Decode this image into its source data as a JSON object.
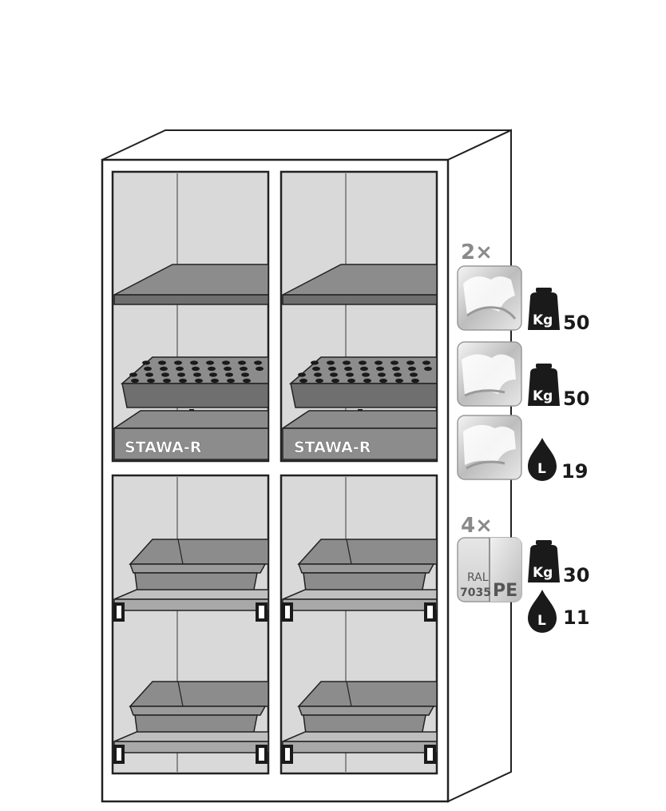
{
  "cabinet": {
    "compartments": [
      {
        "id": "top-left",
        "label": "STAWA-R"
      },
      {
        "id": "top-right",
        "label": "STAWA-R"
      }
    ]
  },
  "accessories": {
    "steel_group": {
      "quantity": "2×",
      "items": [
        {
          "kind": "shelf",
          "load_icon": "weight-icon",
          "load_unit": "Kg",
          "load_value": "50"
        },
        {
          "kind": "perforated-insert",
          "load_icon": "weight-icon",
          "load_unit": "Kg",
          "load_value": "50"
        },
        {
          "kind": "sump",
          "load_icon": "drop-icon",
          "load_unit": "L",
          "load_value": "19"
        }
      ]
    },
    "pe_group": {
      "quantity": "4×",
      "swatch_ral": "RAL",
      "swatch_code": "7035",
      "swatch_material": "PE",
      "weight_unit": "Kg",
      "weight_value": "30",
      "volume_unit": "L",
      "volume_value": "11"
    }
  },
  "colors": {
    "outline": "#222222",
    "interior": "#d9d9d9",
    "tray": "#8c8c8c",
    "tray_dark": "#6f6f6f",
    "icon": "#1a1a1a",
    "qty_text": "#8a8a8a"
  }
}
